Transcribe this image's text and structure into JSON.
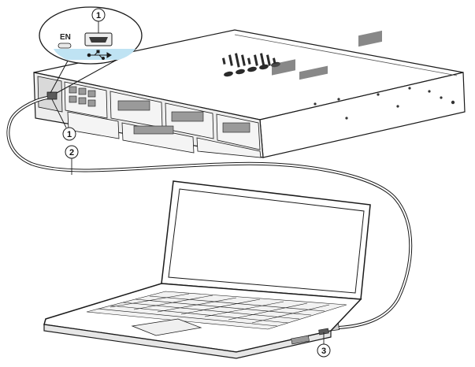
{
  "callouts": {
    "zoom_port": "1",
    "router_port": "1",
    "cable": "2",
    "laptop_port": "3"
  },
  "zoom_inset": {
    "led_label": "EN",
    "port_icon": "mini-usb-port-icon",
    "usb_symbol": "usb-icon"
  },
  "devices": {
    "router_icon": "router-chassis-icon",
    "laptop_icon": "laptop-icon",
    "cable_icon": "usb-console-cable-icon",
    "logo_icon": "cisco-logo-icon"
  },
  "colors": {
    "line": "#1a1a1a",
    "body_fill": "#ffffff",
    "panel_fill": "#e6e6e6",
    "port_fill": "#9a9a9a",
    "highlight": "#bfe3f3"
  }
}
